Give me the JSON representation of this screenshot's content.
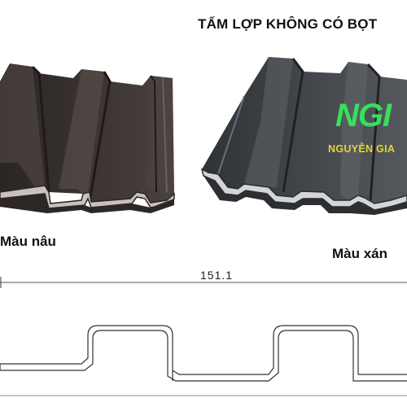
{
  "heading": "TẤM LỢP KHÔNG CÓ BỌT",
  "captions": {
    "left": "Màu nâu",
    "right": "Màu xán"
  },
  "dimension_label": "151.1",
  "watermark": {
    "logo": "NGI",
    "tagline": "NGUYỄN GIA"
  },
  "colors": {
    "brown_panel": "#3b3532",
    "grey_panel": "#3d4044",
    "logo_green": "#37e05a",
    "logo_yellow": "#e4d53a"
  }
}
